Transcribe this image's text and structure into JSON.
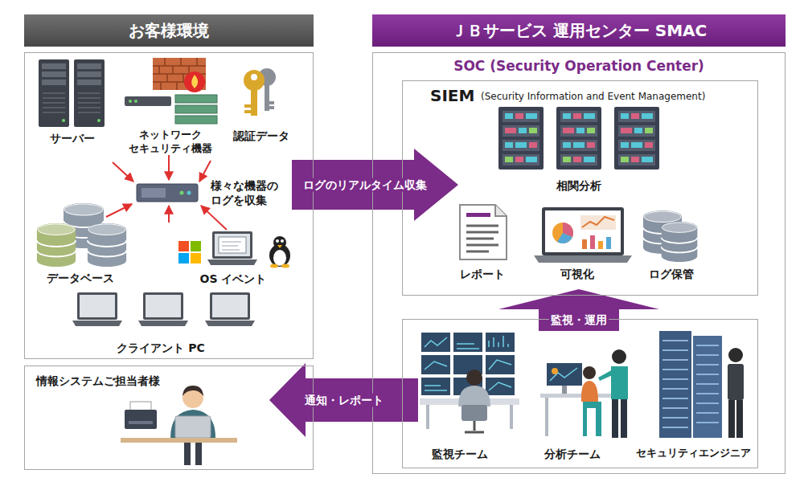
{
  "diagram": {
    "nodes": [
      {
        "text": [
          "お客様環境",
          "サーバー",
          "ネットワーク セキュリティ機器",
          "認証データ",
          "様々な機器の ログを収集",
          "データベース",
          "OS イベント",
          "クライアント PC"
        ]
      },
      {
        "text": [
          "情報システムご担当者様"
        ]
      },
      {
        "text": [
          "ＪＢサービス 運用センター SMAC",
          "SOC (Security Operation Center)"
        ]
      },
      {
        "text": [
          "SIEM",
          "(Security Information and Event Management)",
          "相関分析",
          "レポート",
          "可視化",
          "ログ保管"
        ],
        "in": 2
      },
      {
        "text": [
          "監視チーム",
          "分析チーム",
          "セキュリティエンジニア"
        ],
        "in": 2
      }
    ],
    "edges": [
      {
        "from": 0,
        "to": 3,
        "label": "ログのリアルタイム収集",
        "arrow": "to"
      },
      {
        "from": 4,
        "to": 3,
        "label": "監視・運用",
        "arrow": "to"
      },
      {
        "from": 4,
        "to": 1,
        "label": "通知・レポート",
        "arrow": "to"
      }
    ]
  }
}
